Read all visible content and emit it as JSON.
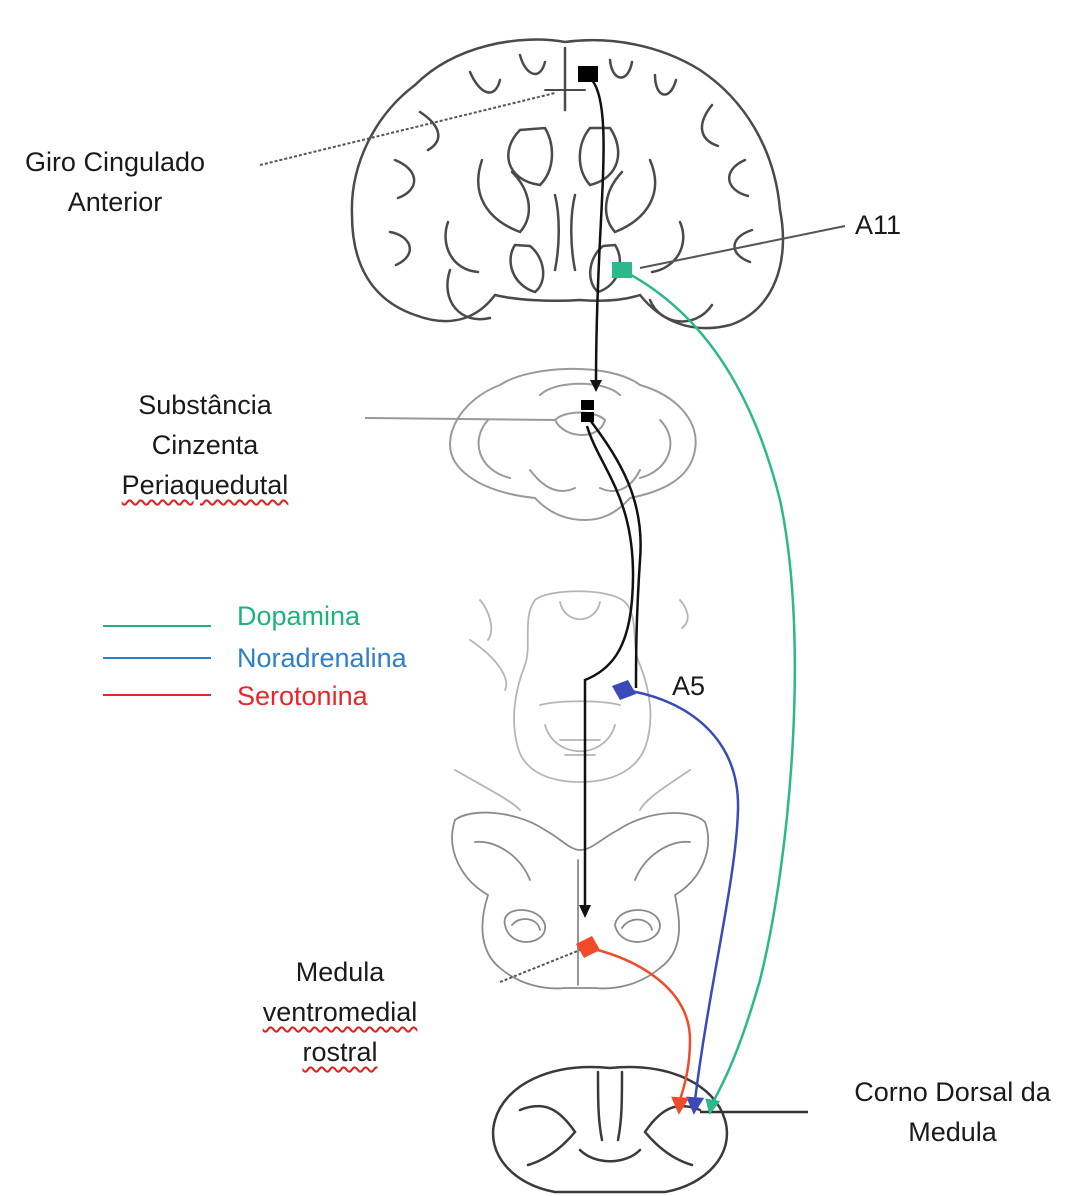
{
  "labels": {
    "anterior_cingulate": [
      "Giro Cingulado",
      "Anterior"
    ],
    "a11": "A11",
    "pag": [
      "Substância",
      "Cinzenta",
      "Periaquedutal"
    ],
    "a5": "A5",
    "rvm": [
      "Medula",
      "ventromedial",
      "rostral"
    ],
    "dorsal_horn": [
      "Corno Dorsal da",
      "Medula"
    ]
  },
  "legend": [
    {
      "label": "Dopamina",
      "color": "#1fb37a"
    },
    {
      "label": "Noradrenalina",
      "color": "#2e7fc9"
    },
    {
      "label": "Serotonina",
      "color": "#e8262a"
    }
  ],
  "colors": {
    "dopamine_path": "#2bb88a",
    "noradrenaline_path": "#3a4ab8",
    "serotonin_path": "#f04a2a",
    "descending_path": "#111111",
    "outline": "#4a4a4a",
    "leader": "#555555"
  }
}
